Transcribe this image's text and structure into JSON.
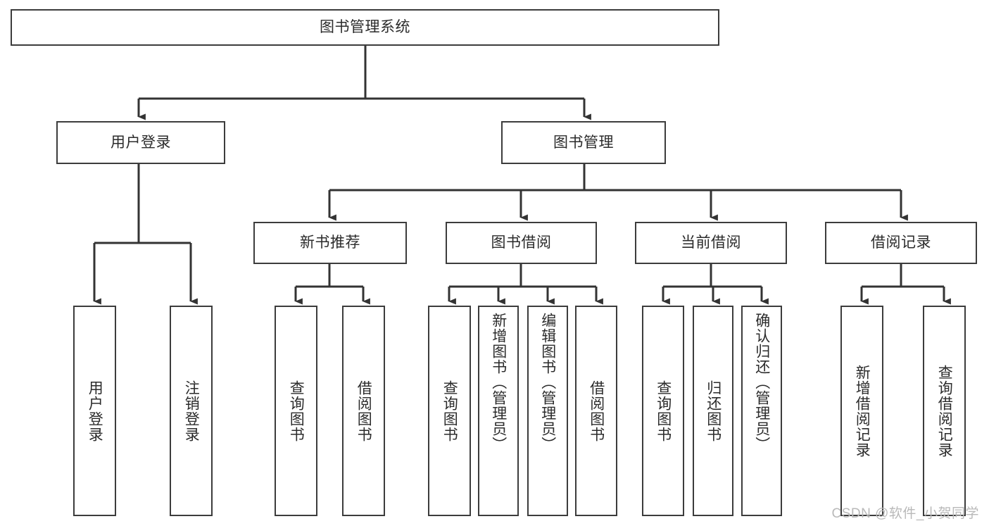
{
  "diagram": {
    "title": "图书管理系统",
    "watermark": "CSDN @软件_小贺同学",
    "colors": {
      "background": "#ffffff",
      "box_border": "#3c3c3c",
      "connector": "#333333",
      "text": "#2b2b2b",
      "watermark": "#b9b9b9"
    },
    "root": {
      "label": "图书管理系统"
    },
    "level2": [
      {
        "label": "用户登录"
      },
      {
        "label": "图书管理"
      }
    ],
    "level3": [
      {
        "label": "新书推荐"
      },
      {
        "label": "图书借阅"
      },
      {
        "label": "当前借阅"
      },
      {
        "label": "借阅记录"
      }
    ],
    "leaves": {
      "user_login": [
        {
          "label": "用户登录"
        },
        {
          "label": "注销登录"
        }
      ],
      "new_book_recommend": [
        {
          "label": "查询图书"
        },
        {
          "label": "借阅图书"
        }
      ],
      "book_borrow": [
        {
          "label": "查询图书"
        },
        {
          "label": "新增图书（管理员）"
        },
        {
          "label": "编辑图书（管理员）"
        },
        {
          "label": "借阅图书"
        }
      ],
      "current_borrow": [
        {
          "label": "查询图书"
        },
        {
          "label": "归还图书"
        },
        {
          "label": "确认归还（管理员）"
        }
      ],
      "borrow_record": [
        {
          "label": "新增借阅记录"
        },
        {
          "label": "查询借阅记录"
        }
      ]
    }
  }
}
